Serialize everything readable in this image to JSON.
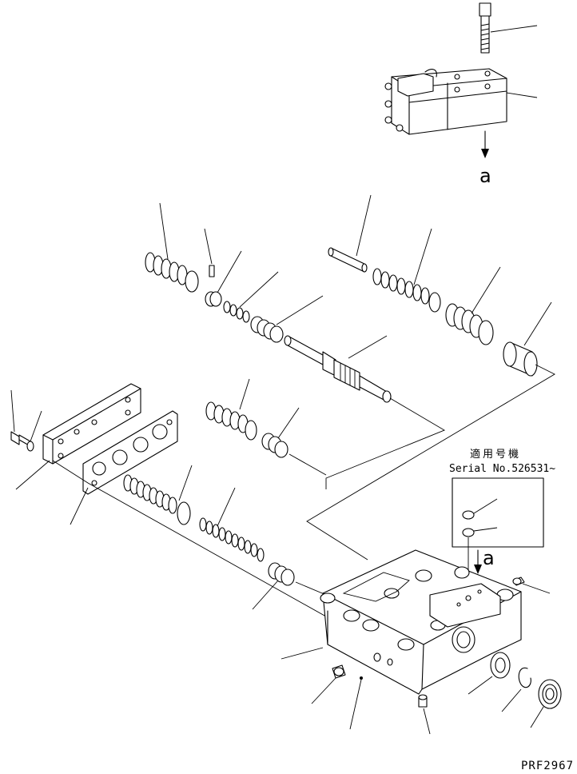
{
  "reference_letters": {
    "valve_arrow_label": "a",
    "body_arrow_label": "a"
  },
  "serial": {
    "japanese_label": "適用号機",
    "number_label": "Serial No.526531~"
  },
  "drawing_code": "PRF2967"
}
